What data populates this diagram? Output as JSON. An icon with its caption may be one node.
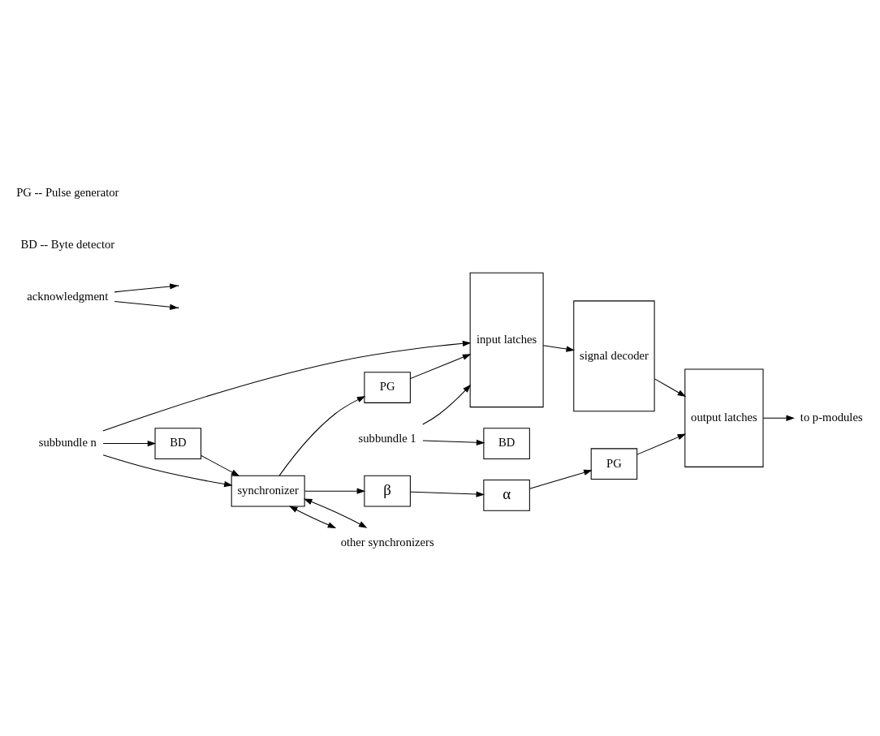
{
  "diagram": {
    "nodes": [
      {
        "text": [
          "subbundle 1"
        ]
      },
      {
        "text": [
          "subbundle n"
        ]
      },
      {
        "text": [
          "input latches"
        ]
      },
      {
        "text": [
          "signal decoder"
        ]
      },
      {
        "text": [
          "output latches"
        ]
      },
      {
        "text": [
          "to p-modules"
        ]
      },
      {
        "text": [
          "BD"
        ]
      },
      {
        "text": [
          "BD"
        ]
      },
      {
        "text": [
          "synchronizer"
        ]
      },
      {
        "text": [
          "PG"
        ]
      },
      {
        "text": [
          "β"
        ]
      },
      {
        "text": [
          "α"
        ]
      },
      {
        "text": [
          "PG"
        ]
      },
      {
        "text": [
          "other synchronizers"
        ]
      },
      {
        "text": [
          "acknowledgment"
        ]
      }
    ],
    "edges": [
      {
        "from": 0,
        "to": 2,
        "arrow": "to"
      },
      {
        "from": 1,
        "to": 2,
        "arrow": "to"
      },
      {
        "from": 0,
        "to": 6,
        "arrow": "to"
      },
      {
        "from": 1,
        "to": 7,
        "arrow": "to"
      },
      {
        "from": 1,
        "to": 8,
        "arrow": "to"
      },
      {
        "from": 7,
        "to": 8,
        "arrow": "to"
      },
      {
        "from": 2,
        "to": 3,
        "arrow": "to"
      },
      {
        "from": 3,
        "to": 4,
        "arrow": "to"
      },
      {
        "from": 4,
        "to": 5,
        "arrow": "to"
      },
      {
        "from": 8,
        "to": 9,
        "arrow": "to"
      },
      {
        "from": 8,
        "to": 10,
        "arrow": "to"
      },
      {
        "from": 10,
        "to": 11,
        "arrow": "to"
      },
      {
        "from": 11,
        "to": 12,
        "arrow": "to"
      },
      {
        "from": 9,
        "to": 2,
        "arrow": "to"
      },
      {
        "from": 12,
        "to": 4,
        "arrow": "to"
      },
      {
        "from": 8,
        "to": 13,
        "arrow": "both"
      },
      {
        "from": 8,
        "to": 13,
        "arrow": "both"
      },
      {
        "from": 14,
        "to": null,
        "arrow": "to"
      },
      {
        "from": 14,
        "to": null,
        "arrow": "to"
      }
    ],
    "labels": [
      "BD -- Byte detector",
      "PG -- Pulse generator"
    ]
  }
}
